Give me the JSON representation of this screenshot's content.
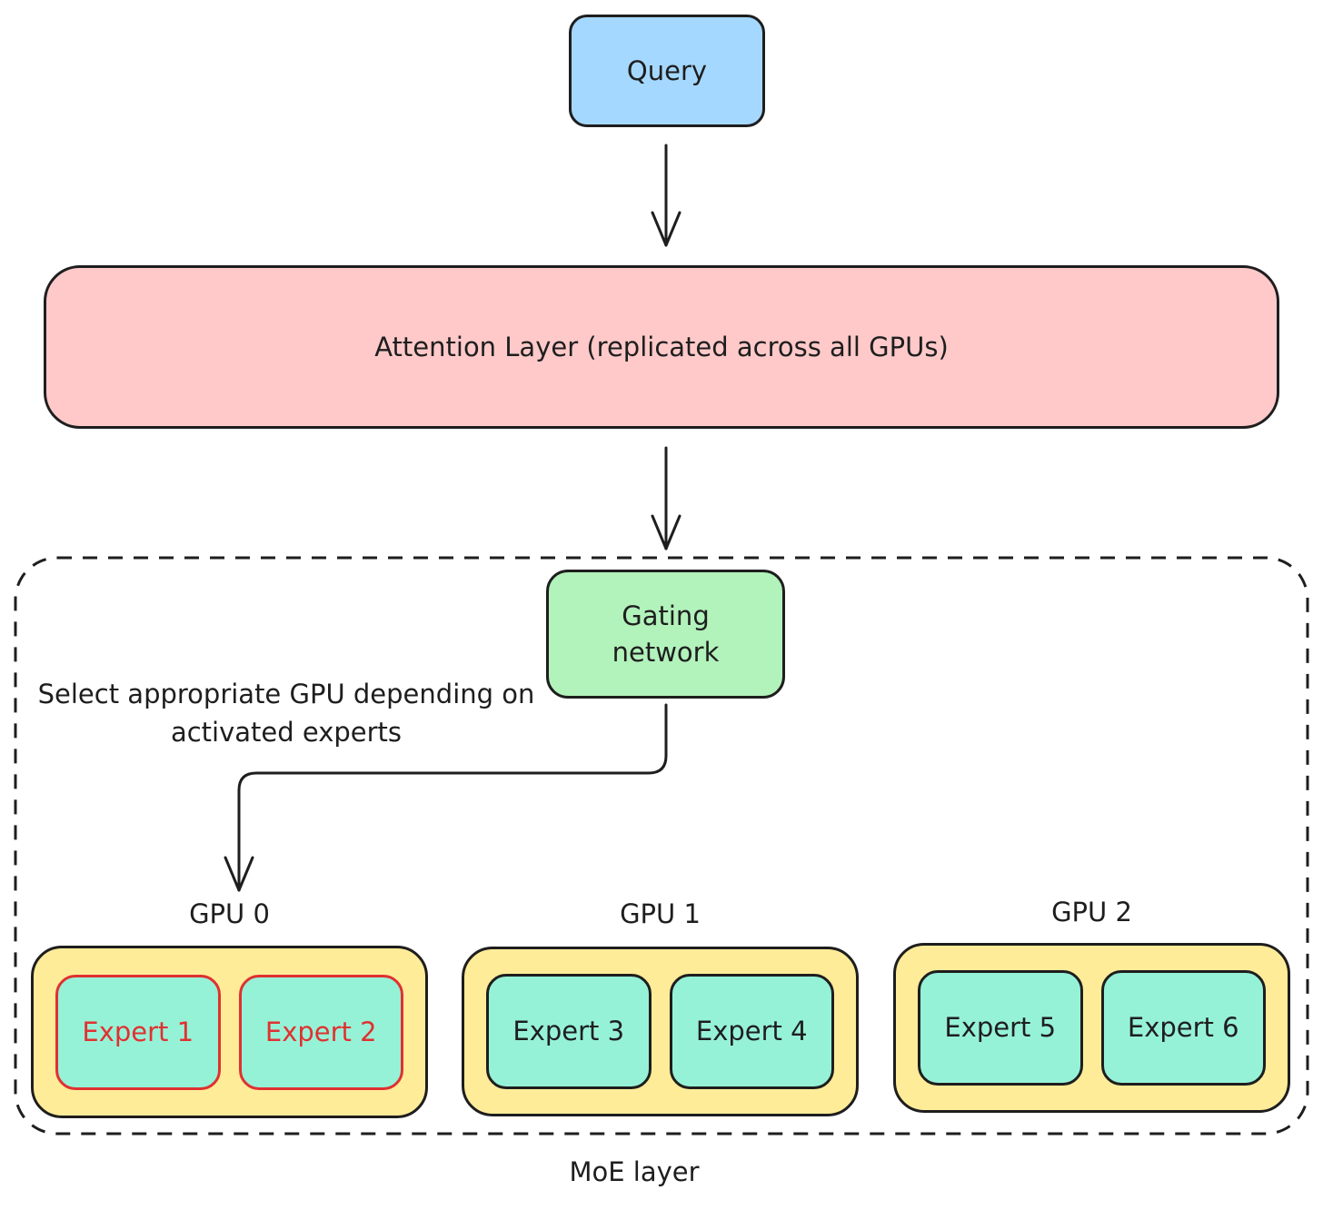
{
  "colors": {
    "query_fill": "#a5d8ff",
    "attention_fill": "#ffc9c9",
    "gating_fill": "#b2f2bb",
    "gpu_fill": "#ffec99",
    "expert_fill": "#96f2d7",
    "active_expert_stroke": "#e03131",
    "stroke": "#1e1e1e"
  },
  "query": {
    "label": "Query"
  },
  "attention": {
    "label": "Attention Layer (replicated across all GPUs)"
  },
  "gating": {
    "label": "Gating network"
  },
  "routing_note": {
    "label": "Select appropriate GPU depending on activated experts"
  },
  "moe": {
    "label": "MoE layer"
  },
  "gpus": [
    {
      "label": "GPU 0",
      "experts": [
        {
          "label": "Expert 1",
          "active": true
        },
        {
          "label": "Expert 2",
          "active": true
        }
      ]
    },
    {
      "label": "GPU 1",
      "experts": [
        {
          "label": "Expert 3",
          "active": false
        },
        {
          "label": "Expert 4",
          "active": false
        }
      ]
    },
    {
      "label": "GPU 2",
      "experts": [
        {
          "label": "Expert 5",
          "active": false
        },
        {
          "label": "Expert 6",
          "active": false
        }
      ]
    }
  ]
}
